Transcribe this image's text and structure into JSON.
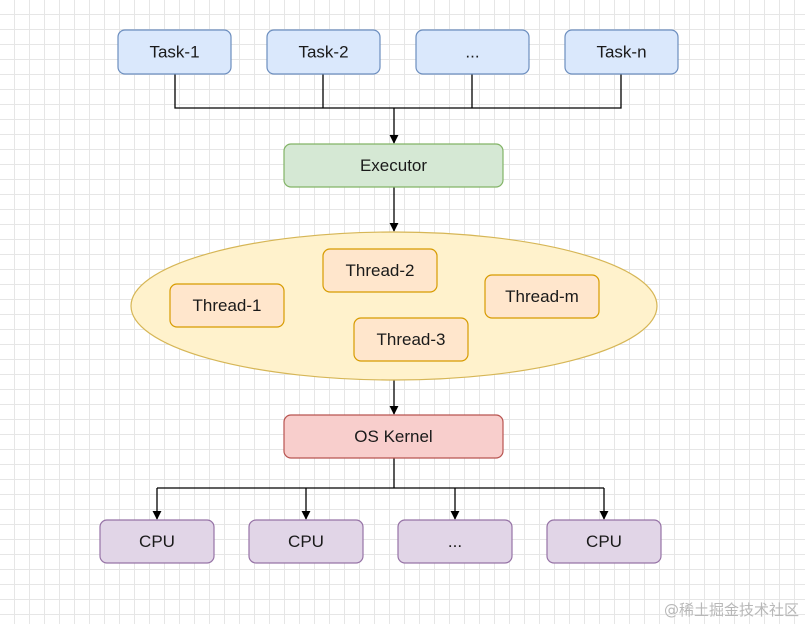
{
  "tasks": [
    "Task-1",
    "Task-2",
    "...",
    "Task-n"
  ],
  "executor": "Executor",
  "threads": [
    "Thread-1",
    "Thread-2",
    "Thread-3",
    "Thread-m"
  ],
  "kernel": "OS Kernel",
  "cpus": [
    "CPU",
    "CPU",
    "...",
    "CPU"
  ],
  "watermark": "@稀土掘金技术社区",
  "colors": {
    "task_fill": "#dae8fc",
    "task_stroke": "#6c8ebf",
    "executor_fill": "#d5e8d4",
    "executor_stroke": "#82b366",
    "pool_fill": "#fff2cc",
    "pool_stroke": "#d6b656",
    "thread_fill": "#ffe6cc",
    "thread_stroke": "#d79b00",
    "kernel_fill": "#f8cecc",
    "kernel_stroke": "#b85450",
    "cpu_fill": "#e1d5e7",
    "cpu_stroke": "#9673a6"
  }
}
